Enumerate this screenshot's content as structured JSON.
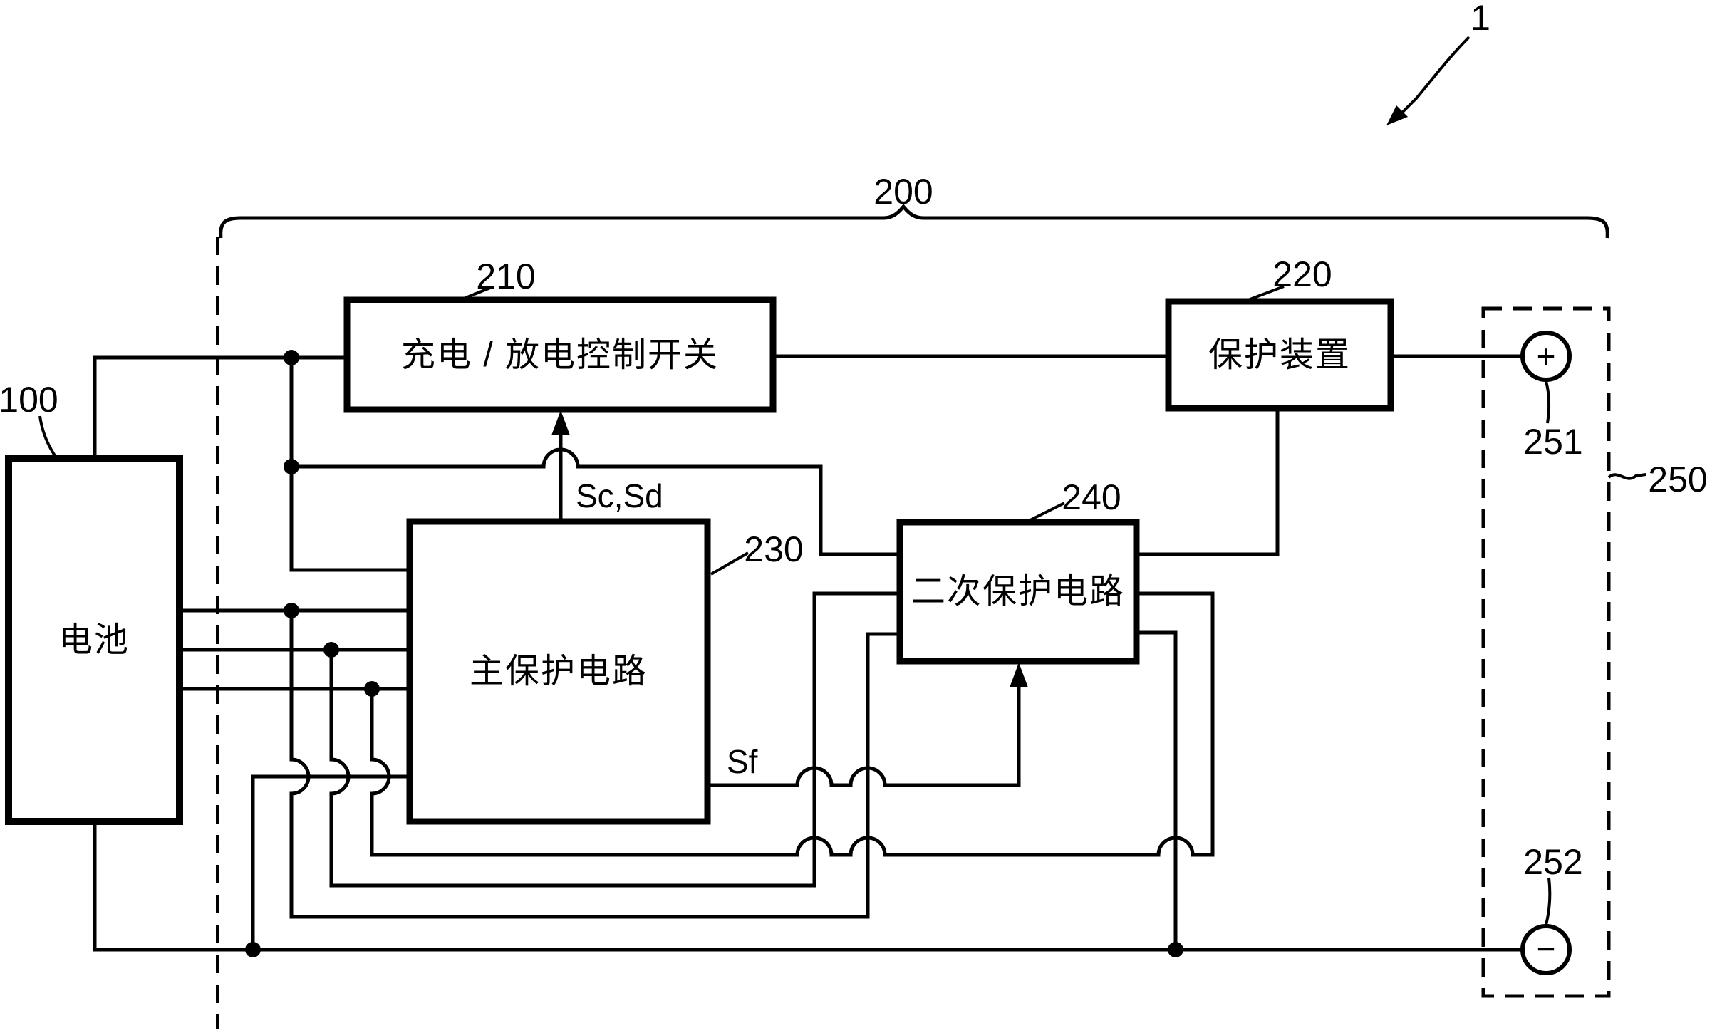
{
  "figure_ref": "1",
  "system_brace_ref": "200",
  "battery": {
    "ref": "100",
    "name": "电池"
  },
  "blocks": {
    "switch": {
      "ref": "210",
      "name": "充电 / 放电控制开关"
    },
    "protector": {
      "ref": "220",
      "name": "保护装置"
    },
    "main": {
      "ref": "230",
      "name": "主保护电路"
    },
    "secondary": {
      "ref": "240",
      "name": "二次保护电路"
    }
  },
  "signals": {
    "control": "Sc,Sd",
    "fault": "Sf"
  },
  "pack": {
    "ref": "250",
    "plus_ref": "251",
    "minus_ref": "252",
    "plus_sign": "+",
    "minus_sign": "−"
  },
  "colors": {
    "ink": "#000000",
    "paper": "#ffffff"
  }
}
